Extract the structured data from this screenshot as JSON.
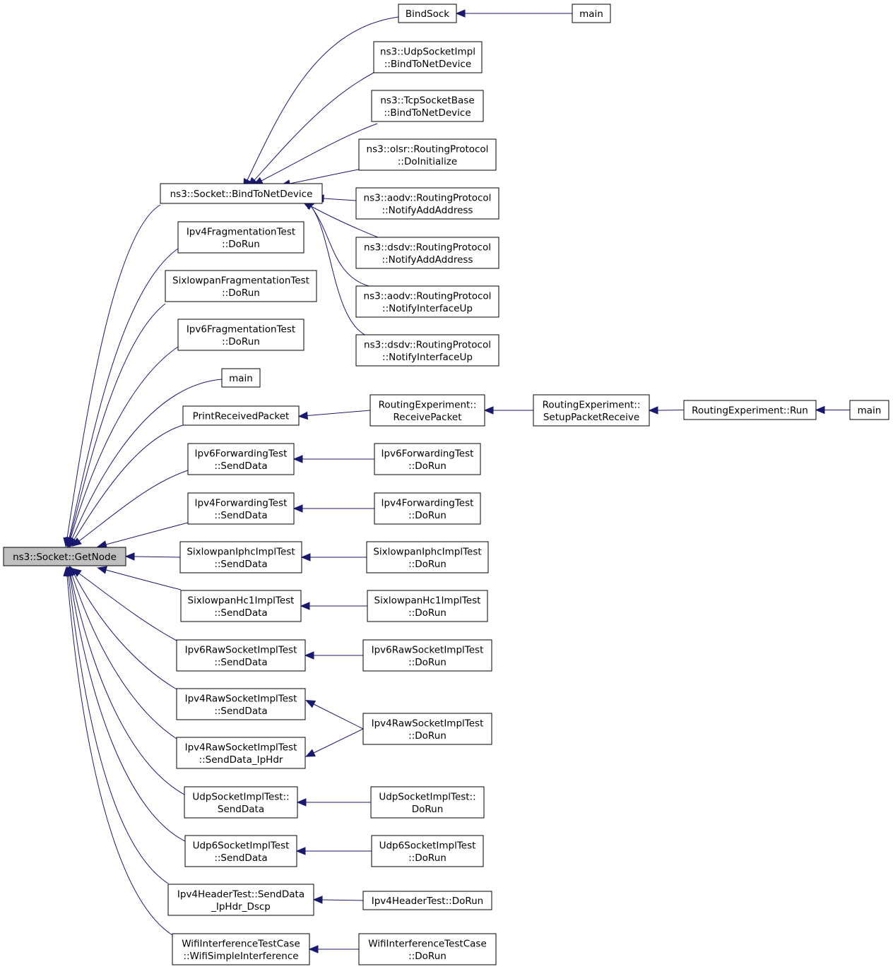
{
  "graph": {
    "type": "caller-graph",
    "colors": {
      "edge": "#191970",
      "focus_fill": "#bfbfbf",
      "node_fill": "#ffffff",
      "border": "#000000"
    },
    "nodes": [
      {
        "id": "getnode",
        "lines": [
          "ns3::Socket::GetNode"
        ],
        "focus": true
      },
      {
        "id": "bindtonetdevice",
        "lines": [
          "ns3::Socket::BindToNetDevice"
        ]
      },
      {
        "id": "ipv4frag",
        "lines": [
          "Ipv4FragmentationTest",
          "::DoRun"
        ]
      },
      {
        "id": "sixlowfrag",
        "lines": [
          "SixlowpanFragmentationTest",
          "::DoRun"
        ]
      },
      {
        "id": "ipv6frag",
        "lines": [
          "Ipv6FragmentationTest",
          "::DoRun"
        ]
      },
      {
        "id": "main_mid",
        "lines": [
          "main"
        ]
      },
      {
        "id": "printrecv",
        "lines": [
          "PrintReceivedPacket"
        ]
      },
      {
        "id": "ipv6fwd_send",
        "lines": [
          "Ipv6ForwardingTest",
          "::SendData"
        ]
      },
      {
        "id": "ipv4fwd_send",
        "lines": [
          "Ipv4ForwardingTest",
          "::SendData"
        ]
      },
      {
        "id": "iphc_send",
        "lines": [
          "SixlowpanIphcImplTest",
          "::SendData"
        ]
      },
      {
        "id": "hc1_send",
        "lines": [
          "SixlowpanHc1ImplTest",
          "::SendData"
        ]
      },
      {
        "id": "ipv6raw_send",
        "lines": [
          "Ipv6RawSocketImplTest",
          "::SendData"
        ]
      },
      {
        "id": "ipv4raw_send",
        "lines": [
          "Ipv4RawSocketImplTest",
          "::SendData"
        ]
      },
      {
        "id": "ipv4raw_sendhdr",
        "lines": [
          "Ipv4RawSocketImplTest",
          "::SendData_IpHdr"
        ]
      },
      {
        "id": "udp_send",
        "lines": [
          "UdpSocketImplTest::",
          "SendData"
        ]
      },
      {
        "id": "udp6_send",
        "lines": [
          "Udp6SocketImplTest",
          "::SendData"
        ]
      },
      {
        "id": "ipv4hdr_send",
        "lines": [
          "Ipv4HeaderTest::SendData",
          "_IpHdr_Dscp"
        ]
      },
      {
        "id": "wifi_simple",
        "lines": [
          "WifiInterferenceTestCase",
          "::WifiSimpleInterference"
        ]
      },
      {
        "id": "bindsock",
        "lines": [
          "BindSock"
        ]
      },
      {
        "id": "udpimpl_bind",
        "lines": [
          "ns3::UdpSocketImpl",
          "::BindToNetDevice"
        ]
      },
      {
        "id": "tcpbase_bind",
        "lines": [
          "ns3::TcpSocketBase",
          "::BindToNetDevice"
        ]
      },
      {
        "id": "olsr_init",
        "lines": [
          "ns3::olsr::RoutingProtocol",
          "::DoInitialize"
        ]
      },
      {
        "id": "aodv_addr",
        "lines": [
          "ns3::aodv::RoutingProtocol",
          "::NotifyAddAddress"
        ]
      },
      {
        "id": "dsdv_addr",
        "lines": [
          "ns3::dsdv::RoutingProtocol",
          "::NotifyAddAddress"
        ]
      },
      {
        "id": "aodv_up",
        "lines": [
          "ns3::aodv::RoutingProtocol",
          "::NotifyInterfaceUp"
        ]
      },
      {
        "id": "dsdv_up",
        "lines": [
          "ns3::dsdv::RoutingProtocol",
          "::NotifyInterfaceUp"
        ]
      },
      {
        "id": "re_recv",
        "lines": [
          "RoutingExperiment::",
          "ReceivePacket"
        ]
      },
      {
        "id": "ipv6fwd_run",
        "lines": [
          "Ipv6ForwardingTest",
          "::DoRun"
        ]
      },
      {
        "id": "ipv4fwd_run",
        "lines": [
          "Ipv4ForwardingTest",
          "::DoRun"
        ]
      },
      {
        "id": "iphc_run",
        "lines": [
          "SixlowpanIphcImplTest",
          "::DoRun"
        ]
      },
      {
        "id": "hc1_run",
        "lines": [
          "SixlowpanHc1ImplTest",
          "::DoRun"
        ]
      },
      {
        "id": "ipv6raw_run",
        "lines": [
          "Ipv6RawSocketImplTest",
          "::DoRun"
        ]
      },
      {
        "id": "ipv4raw_run",
        "lines": [
          "Ipv4RawSocketImplTest",
          "::DoRun"
        ]
      },
      {
        "id": "udp_run",
        "lines": [
          "UdpSocketImplTest::",
          "DoRun"
        ]
      },
      {
        "id": "udp6_run",
        "lines": [
          "Udp6SocketImplTest",
          "::DoRun"
        ]
      },
      {
        "id": "ipv4hdr_run",
        "lines": [
          "Ipv4HeaderTest::DoRun"
        ]
      },
      {
        "id": "wifi_run",
        "lines": [
          "WifiInterferenceTestCase",
          "::DoRun"
        ]
      },
      {
        "id": "main_bindsock",
        "lines": [
          "main"
        ]
      },
      {
        "id": "re_setup",
        "lines": [
          "RoutingExperiment::",
          "SetupPacketReceive"
        ]
      },
      {
        "id": "re_run",
        "lines": [
          "RoutingExperiment::Run"
        ]
      },
      {
        "id": "main_re",
        "lines": [
          "main"
        ]
      }
    ],
    "edges": [
      {
        "from": "bindtonetdevice",
        "to": "getnode"
      },
      {
        "from": "ipv4frag",
        "to": "getnode"
      },
      {
        "from": "sixlowfrag",
        "to": "getnode"
      },
      {
        "from": "ipv6frag",
        "to": "getnode"
      },
      {
        "from": "main_mid",
        "to": "getnode"
      },
      {
        "from": "printrecv",
        "to": "getnode"
      },
      {
        "from": "ipv6fwd_send",
        "to": "getnode"
      },
      {
        "from": "ipv4fwd_send",
        "to": "getnode"
      },
      {
        "from": "iphc_send",
        "to": "getnode"
      },
      {
        "from": "hc1_send",
        "to": "getnode"
      },
      {
        "from": "ipv6raw_send",
        "to": "getnode"
      },
      {
        "from": "ipv4raw_send",
        "to": "getnode"
      },
      {
        "from": "ipv4raw_sendhdr",
        "to": "getnode"
      },
      {
        "from": "udp_send",
        "to": "getnode"
      },
      {
        "from": "udp6_send",
        "to": "getnode"
      },
      {
        "from": "ipv4hdr_send",
        "to": "getnode"
      },
      {
        "from": "wifi_simple",
        "to": "getnode"
      },
      {
        "from": "bindsock",
        "to": "bindtonetdevice"
      },
      {
        "from": "udpimpl_bind",
        "to": "bindtonetdevice"
      },
      {
        "from": "tcpbase_bind",
        "to": "bindtonetdevice"
      },
      {
        "from": "olsr_init",
        "to": "bindtonetdevice"
      },
      {
        "from": "aodv_addr",
        "to": "bindtonetdevice"
      },
      {
        "from": "dsdv_addr",
        "to": "bindtonetdevice"
      },
      {
        "from": "aodv_up",
        "to": "bindtonetdevice"
      },
      {
        "from": "dsdv_up",
        "to": "bindtonetdevice"
      },
      {
        "from": "main_bindsock",
        "to": "bindsock"
      },
      {
        "from": "re_recv",
        "to": "printrecv"
      },
      {
        "from": "re_setup",
        "to": "re_recv"
      },
      {
        "from": "re_run",
        "to": "re_setup"
      },
      {
        "from": "main_re",
        "to": "re_run"
      },
      {
        "from": "ipv6fwd_run",
        "to": "ipv6fwd_send"
      },
      {
        "from": "ipv4fwd_run",
        "to": "ipv4fwd_send"
      },
      {
        "from": "iphc_run",
        "to": "iphc_send"
      },
      {
        "from": "hc1_run",
        "to": "hc1_send"
      },
      {
        "from": "ipv6raw_run",
        "to": "ipv6raw_send"
      },
      {
        "from": "ipv4raw_run",
        "to": "ipv4raw_send"
      },
      {
        "from": "ipv4raw_run",
        "to": "ipv4raw_sendhdr"
      },
      {
        "from": "udp_run",
        "to": "udp_send"
      },
      {
        "from": "udp6_run",
        "to": "udp6_send"
      },
      {
        "from": "ipv4hdr_run",
        "to": "ipv4hdr_send"
      },
      {
        "from": "wifi_run",
        "to": "wifi_simple"
      }
    ]
  }
}
